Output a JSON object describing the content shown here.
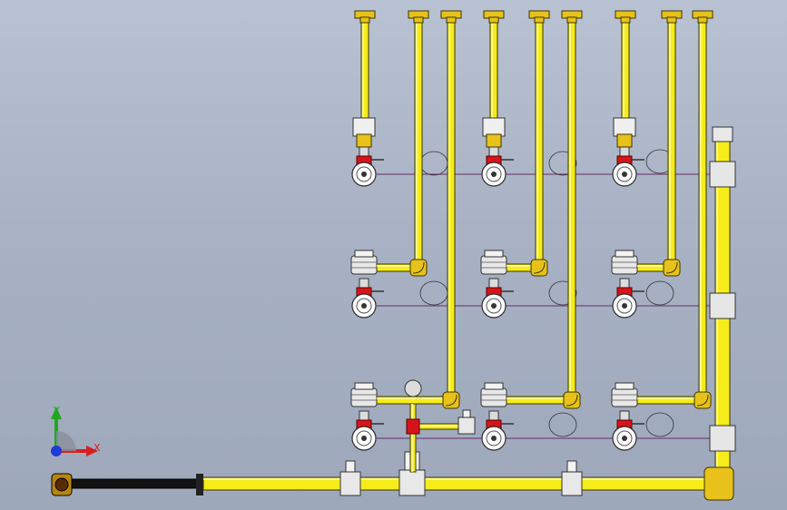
{
  "app": {
    "title": ""
  },
  "triad": {
    "x_label": "X",
    "y_label": "Y"
  },
  "colors": {
    "pipe": "#f5ec1a",
    "pipe_edge": "#3a3600",
    "fitting": "#e8c21a",
    "valve_red": "#d8141a",
    "valve_body": "#e8e8e8",
    "wire": "#6a2a6a",
    "triad_x": "#d81f1f",
    "triad_y": "#1fa81f",
    "triad_z": "#1f3ad8"
  },
  "model": {
    "valve_rows": 3,
    "valve_cols": 3,
    "vertical_risers": 9
  }
}
